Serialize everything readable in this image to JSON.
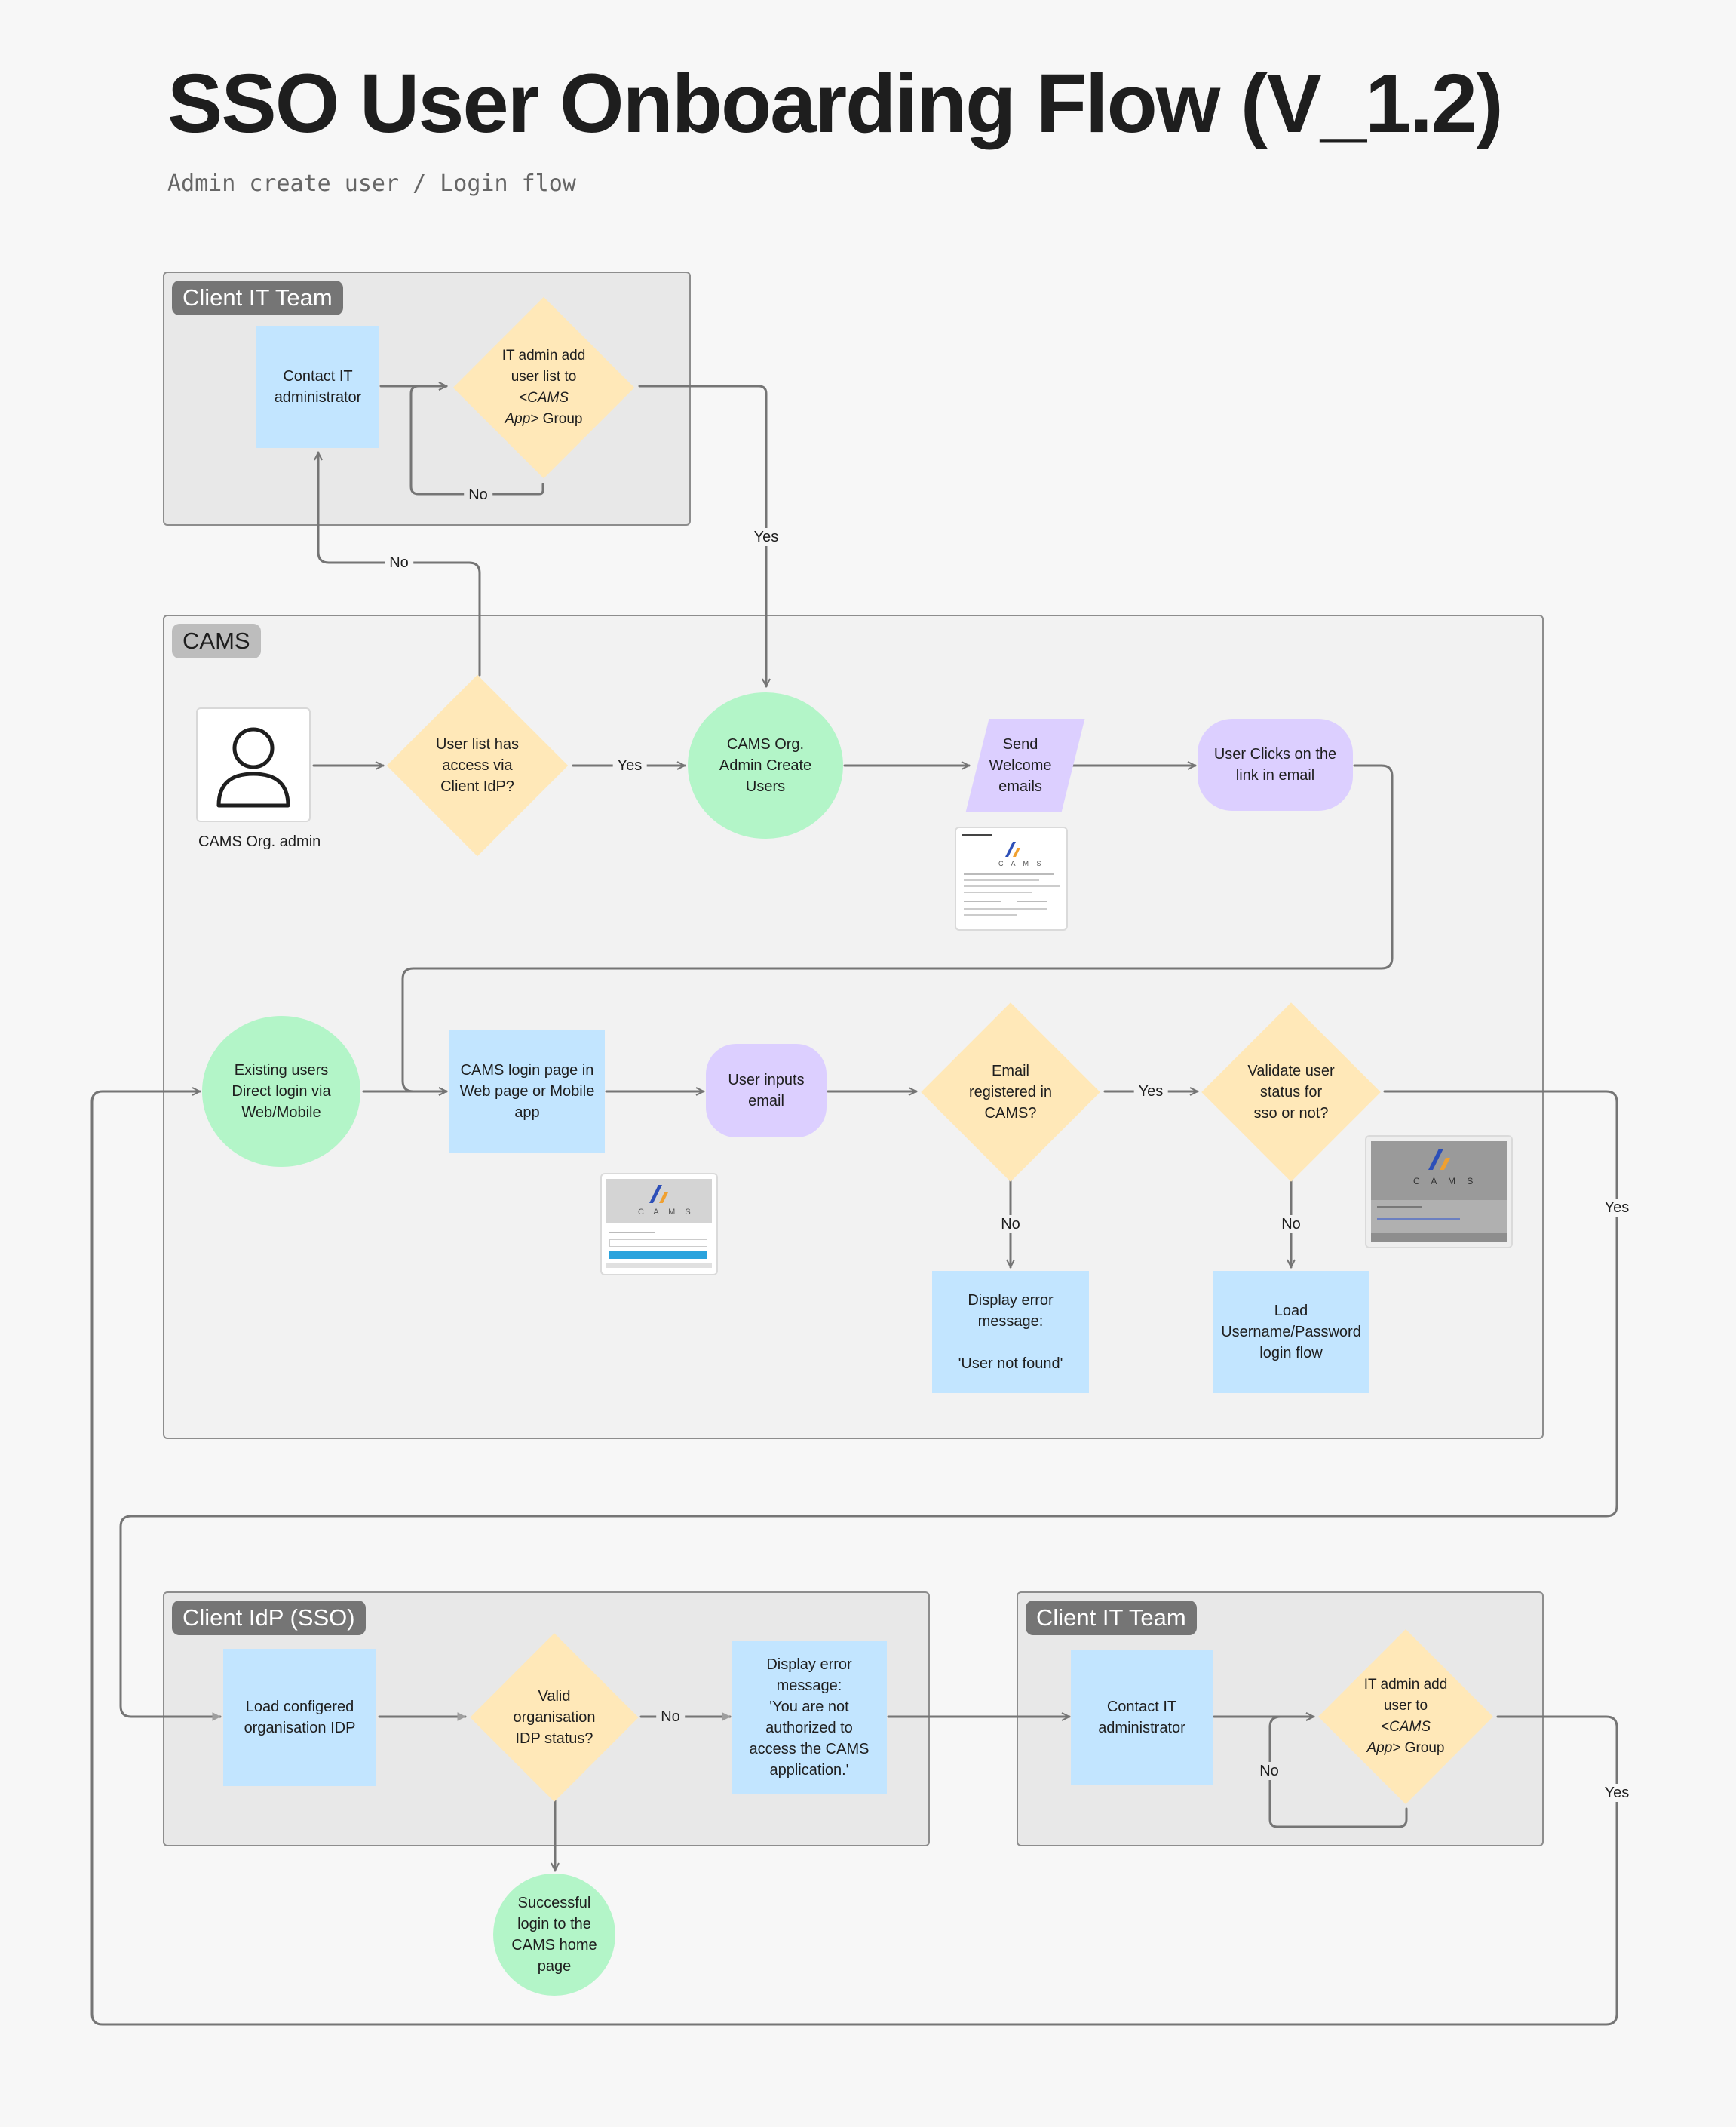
{
  "header": {
    "title": "SSO User Onboarding Flow (V_1.2)",
    "subtitle": "Admin create user / Login flow"
  },
  "sections": {
    "client_it_top": "Client IT Team",
    "cams": "CAMS",
    "client_idp": "Client IdP (SSO)",
    "client_it_bottom": "Client IT Team"
  },
  "nodes": {
    "contact_it_top": "Contact IT\nadministrator",
    "it_admin_top_line1": "IT admin add\nuser list to",
    "it_admin_top_app": "<CAMS\nApp>",
    "it_admin_top_tail": " Group",
    "cams_admin_caption": "CAMS Org. admin",
    "user_list_access": "User list has\naccess via\nClient IdP?",
    "cams_admin_create": "CAMS Org.\nAdmin Create\nUsers",
    "send_welcome": "Send\nWelcome\nemails",
    "user_clicks": "User Clicks on the\nlink in email",
    "existing_users": "Existing users\nDirect login via\nWeb/Mobile",
    "login_page": "CAMS login page in\nWeb page or Mobile\napp",
    "user_inputs": "User inputs\nemail",
    "email_registered": "Email\nregistered in\nCAMS?",
    "validate_sso": "Validate user\nstatus for\nsso or not?",
    "error_not_found": "Display error\nmessage:\n\n'User not found'",
    "load_password": "Load\nUsername/Password\nlogin flow",
    "load_idp": "Load configered\norganisation IDP",
    "valid_idp": "Valid\norganisation\nIDP status?",
    "error_not_authorized": "Display error\nmessage:\n'You are not\nauthorized to\naccess the CAMS\napplication.'",
    "contact_it_bottom": "Contact IT\nadministrator",
    "it_admin_bottom_line1": "IT admin add\nuser to",
    "it_admin_bottom_app": "<CAMS\nApp>",
    "it_admin_bottom_tail": " Group",
    "successful_login": "Successful\nlogin to the\nCAMS home\npage"
  },
  "edge_labels": {
    "no_top_loop": "No",
    "no_to_contact": "No",
    "yes_to_create": "Yes",
    "yes_access": "Yes",
    "yes_registered": "Yes",
    "no_registered": "No",
    "no_sso": "No",
    "yes_sso": "Yes",
    "no_idp": "No",
    "no_bottom_loop": "No",
    "yes_bottom": "Yes"
  },
  "thumbnails": {
    "logo_text": "C A M S",
    "icon": "cams-logo-icon"
  },
  "colors": {
    "blue": "#c2e5ff",
    "green": "#b3f5c8",
    "purple": "#dccfff",
    "yellow": "#ffe8b8",
    "connector": "#757575"
  }
}
